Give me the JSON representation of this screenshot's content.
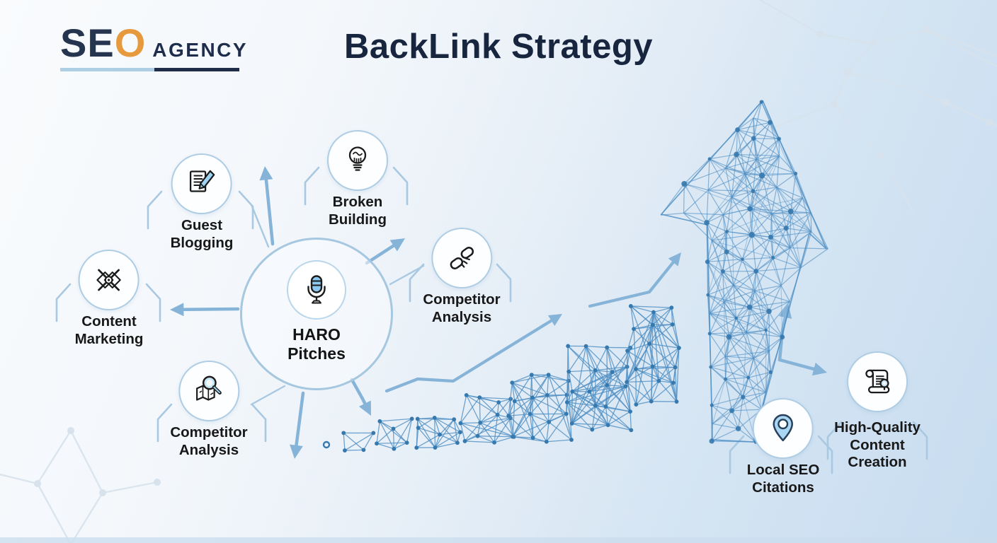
{
  "logo": {
    "se": "SE",
    "o": "O",
    "agency": "AGENCY"
  },
  "header": {
    "title": "BackLink Strategy"
  },
  "center_node": {
    "icon": "microphone-icon",
    "lines": [
      "HARO",
      "Pitches"
    ]
  },
  "nodes": [
    {
      "id": "guest-blogging",
      "icon": "document-pen-icon",
      "lines": [
        "Guest",
        "Blogging"
      ]
    },
    {
      "id": "broken-building",
      "icon": "lightbulb-icon",
      "lines": [
        "Broken",
        "Building"
      ]
    },
    {
      "id": "content-marketing",
      "icon": "crossed-diamonds-icon",
      "lines": [
        "Content",
        "Marketing"
      ]
    },
    {
      "id": "competitor-analysis-links",
      "icon": "broken-chain-icon",
      "lines": [
        "Competitor",
        "Analysis"
      ]
    },
    {
      "id": "competitor-analysis-map",
      "icon": "map-magnifier-icon",
      "lines": [
        "Competitor",
        "Analysis"
      ]
    },
    {
      "id": "local-seo-citations",
      "icon": "location-pin-icon",
      "lines": [
        "Local SEO",
        "Citations"
      ]
    },
    {
      "id": "high-quality-content-creation",
      "icon": "scroll-magnifier-icon",
      "lines": [
        "High-Quality",
        "Content",
        "Creation"
      ]
    }
  ],
  "colors": {
    "accent_orange": "#e69a3d",
    "navy": "#1f2c49",
    "title_navy": "#17253f",
    "label_dark": "#181818",
    "arrow_blue": "#86b3d8",
    "bracket_blue": "#a9c9e2",
    "circle_border": "#aecde4",
    "mesh_line": "#4f8fc4",
    "mesh_node": "#3679ae",
    "faint_line": "#d7e2ec",
    "icon_blue": "#8ecdf0",
    "bg_left": "#f8fbfd",
    "bg_right": "#c7dcf0"
  }
}
